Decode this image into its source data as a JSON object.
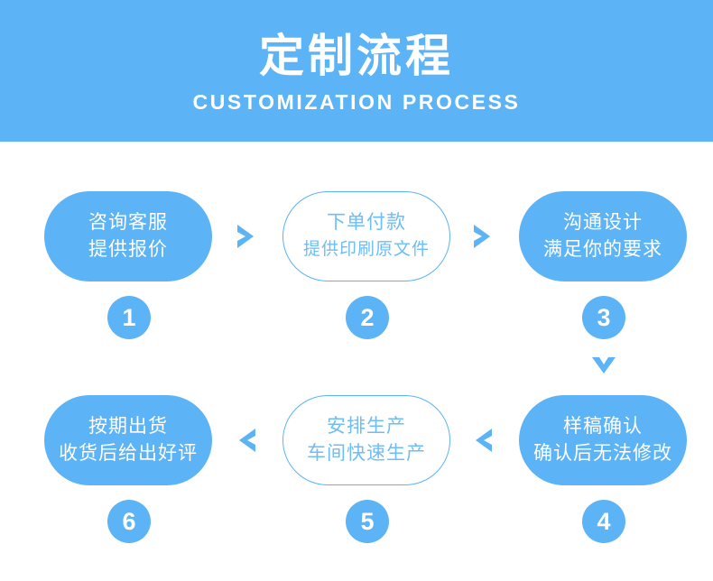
{
  "header": {
    "title": "定制流程",
    "subtitle": "CUSTOMIZATION PROCESS",
    "background_color": "#5cb3f5",
    "text_color": "#ffffff"
  },
  "theme": {
    "accent": "#5cb3f5",
    "outline_text": "#6ebdf6",
    "page_background": "#ffffff"
  },
  "steps": [
    {
      "number": "1",
      "style": "filled",
      "line1": "咨询客服",
      "line2": "提供报价"
    },
    {
      "number": "2",
      "style": "outline",
      "line1": "下单付款",
      "line2": "提供印刷原文件"
    },
    {
      "number": "3",
      "style": "filled",
      "line1": "沟通设计",
      "line2": "满足你的要求"
    },
    {
      "number": "4",
      "style": "filled",
      "line1": "样稿确认",
      "line2": "确认后无法修改"
    },
    {
      "number": "5",
      "style": "outline",
      "line1": "安排生产",
      "line2": "车间快速生产"
    },
    {
      "number": "6",
      "style": "filled",
      "line1": "按期出货",
      "line2": "收货后给出好评"
    }
  ],
  "arrows": [
    {
      "name": "chevron-right-icon",
      "direction": "right",
      "from": "1",
      "to": "2"
    },
    {
      "name": "chevron-right-icon",
      "direction": "right",
      "from": "2",
      "to": "3"
    },
    {
      "name": "chevron-down-icon",
      "direction": "down",
      "from": "3",
      "to": "4"
    },
    {
      "name": "chevron-left-icon",
      "direction": "left",
      "from": "4",
      "to": "5"
    },
    {
      "name": "chevron-left-icon",
      "direction": "left",
      "from": "5",
      "to": "6"
    }
  ]
}
